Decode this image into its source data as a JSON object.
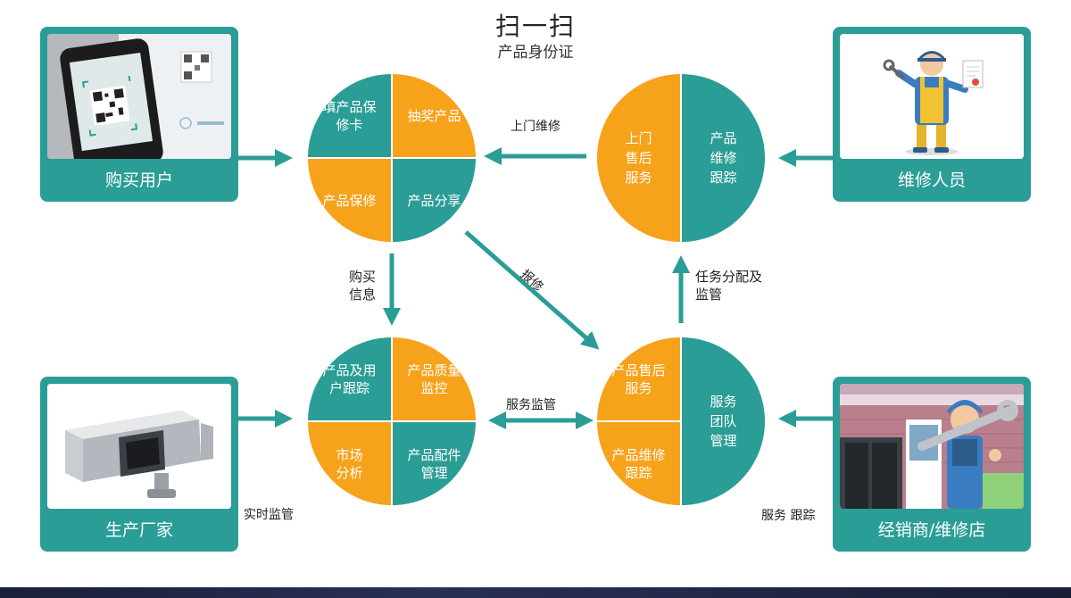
{
  "header": {
    "title": "扫一扫",
    "subtitle": "产品身份证"
  },
  "cards": {
    "buyer": "购买用户",
    "repairman": "维修人员",
    "manufacturer": "生产厂家",
    "dealer": "经销商/维修店"
  },
  "circles": {
    "user": {
      "tl": "填产品保修卡",
      "tr": "抽奖产品",
      "bl": "产品保修",
      "br": "产品分享"
    },
    "repair": {
      "left": "上门售后服务",
      "right": "产品维修跟踪"
    },
    "factory": {
      "tl": "产品及用户跟踪",
      "tr": "产品质量监控",
      "bl": "市场分析",
      "br": "产品配件管理"
    },
    "dealer": {
      "tl": "产品售后服务",
      "bl": "产品维修跟踪",
      "right": "服务团队管理"
    }
  },
  "flows": {
    "onsite_repair": "上门维修",
    "purchase_info": "购买信息",
    "report_repair": "报修",
    "task_assign": "任务分配及监管",
    "service_monitor": "服务监管",
    "realtime_monitor": "实时监管",
    "service_track": "服务 跟踪"
  },
  "colors": {
    "teal": "#2a9d96",
    "orange": "#f7a21b"
  }
}
